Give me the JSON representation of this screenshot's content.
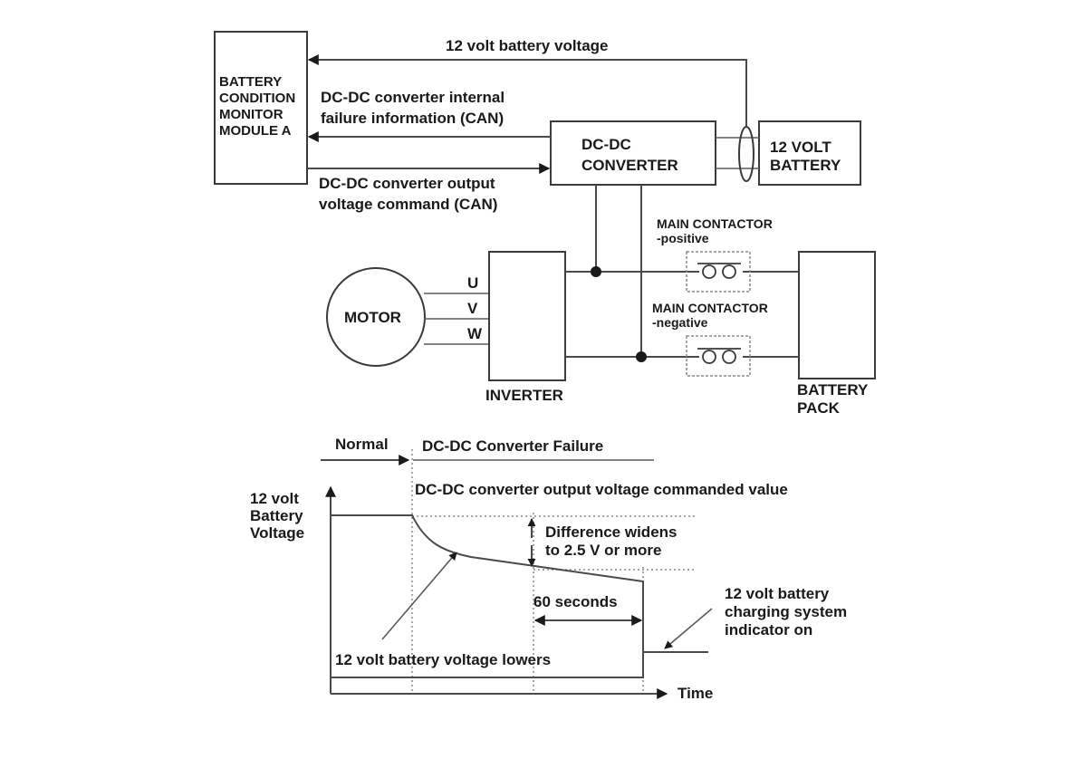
{
  "blocks": {
    "bcm": [
      "BATTERY",
      "CONDITION",
      "MONITOR",
      "MODULE A"
    ],
    "dcdc": [
      "DC-DC",
      "CONVERTER"
    ],
    "battery12": [
      "12 VOLT",
      "BATTERY"
    ],
    "motor": "MOTOR",
    "inverter": "INVERTER",
    "battery_pack": [
      "BATTERY",
      "PACK"
    ]
  },
  "phases": {
    "u": "U",
    "v": "V",
    "w": "W"
  },
  "signals": {
    "battery_voltage": "12 volt battery voltage",
    "failure_info": [
      "DC-DC converter internal",
      "failure information (CAN)"
    ],
    "output_command": [
      "DC-DC converter output",
      "voltage command (CAN)"
    ]
  },
  "contactors": {
    "positive": [
      "MAIN CONTACTOR",
      "-positive"
    ],
    "negative": [
      "MAIN CONTACTOR",
      "-negative"
    ]
  },
  "timing": {
    "phase_normal": "Normal",
    "phase_failure": "DC-DC Converter Failure",
    "commanded_value": "DC-DC converter output voltage commanded value",
    "y_axis_label": [
      "12 volt",
      "Battery",
      "Voltage"
    ],
    "difference": [
      "Difference widens",
      "to 2.5 V or more"
    ],
    "duration": "60 seconds",
    "voltage_lowers": "12 volt battery voltage lowers",
    "indicator": [
      "12 volt battery",
      "charging system",
      "indicator on"
    ],
    "x_axis_label": "Time"
  }
}
